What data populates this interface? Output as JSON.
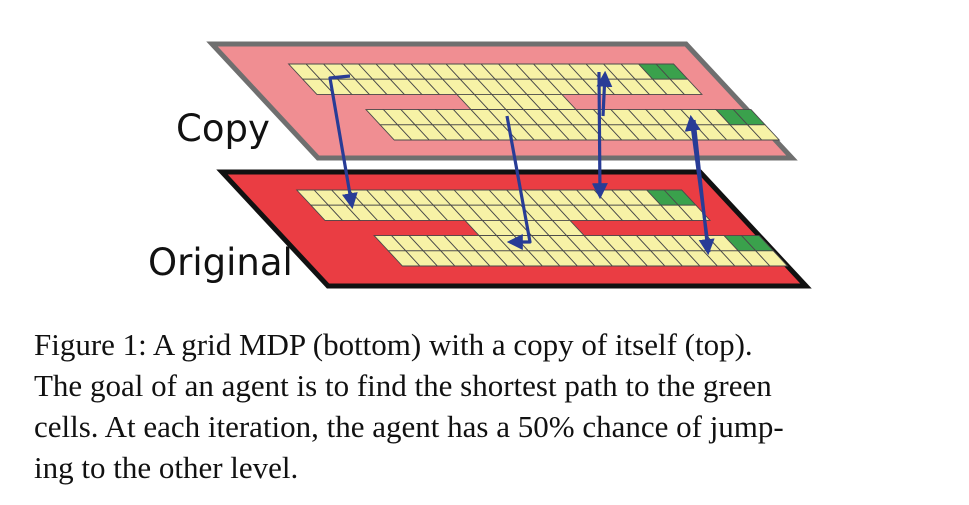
{
  "figure": {
    "labels": {
      "copy": "Copy",
      "original": "Original"
    },
    "colors": {
      "copy_border": "#f08e92",
      "copy_edge": "#6f6f6f",
      "original_border": "#ea3d43",
      "original_edge": "#111111",
      "cell": "#f7f2a6",
      "cell_line": "#4a4a4a",
      "goal": "#3aa14c",
      "arrow": "#283c96"
    }
  },
  "caption": {
    "lines": [
      "Figure 1: A grid MDP (bottom) with a copy of itself (top).",
      "The goal of an agent is to find the shortest path to the green",
      "cells. At each iteration, the agent has a 50% chance of jump-",
      "ing to the other level."
    ]
  }
}
